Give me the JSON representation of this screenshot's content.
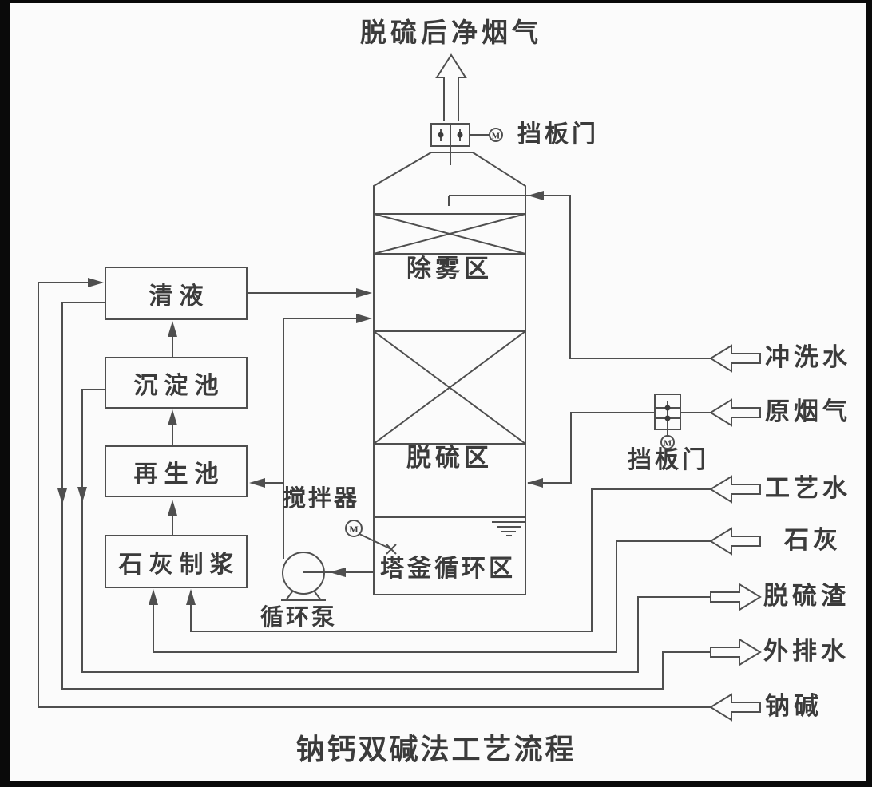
{
  "title": "钠钙双碱法工艺流程",
  "tower": {
    "top_outlet_label": "脱硫后净烟气",
    "zones": {
      "demister": "除雾区",
      "desulfurization": "脱硫区",
      "sump": "塔釜循环区"
    }
  },
  "dampers": {
    "top": {
      "label": "挡板门"
    },
    "side": {
      "label": "挡板门"
    }
  },
  "equipment": {
    "agitator": "搅拌器",
    "pump": "循环泵"
  },
  "boxes": [
    {
      "id": "clear-liquid",
      "label": "清液"
    },
    {
      "id": "settling-tank",
      "label": "沉淀池"
    },
    {
      "id": "regeneration-tank",
      "label": "再生池"
    },
    {
      "id": "lime-slurry",
      "label": "石灰制浆"
    }
  ],
  "streams": [
    {
      "label": "冲洗水",
      "direction": "in"
    },
    {
      "label": "原烟气",
      "direction": "in"
    },
    {
      "label": "工艺水",
      "direction": "in"
    },
    {
      "label": "石灰",
      "direction": "in"
    },
    {
      "label": "脱硫渣",
      "direction": "out"
    },
    {
      "label": "外排水",
      "direction": "out"
    },
    {
      "label": "钠碱",
      "direction": "in"
    }
  ],
  "symbols": {
    "motor_letter": "M"
  },
  "colors": {
    "line": "#4f4f4f",
    "text": "#3b3b3b",
    "background": "#fbfbfb",
    "frame": "#000000"
  }
}
